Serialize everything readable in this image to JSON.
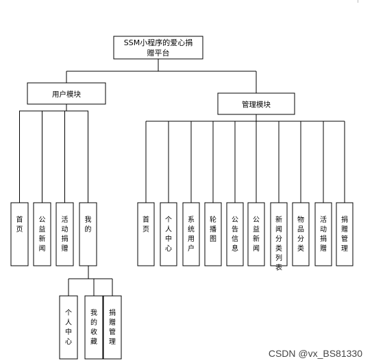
{
  "root": {
    "label_line1": "SSM小程序的爱心捐",
    "label_line2": "赠平台"
  },
  "modules": {
    "user": {
      "label": "用户模块",
      "children": [
        "首页",
        "公益新闻",
        "活动捐赠",
        "我的"
      ],
      "mine_children": [
        "个人中心",
        "我的收藏",
        "捐赠管理"
      ]
    },
    "admin": {
      "label": "管理模块",
      "children": [
        "首页",
        "个人中心",
        "系统用户",
        "轮播图",
        "公告信息",
        "公益新闻",
        "新闻分类列表",
        "物品分类",
        "活动捐赠",
        "捐赠管理"
      ]
    }
  },
  "watermark": "CSDN @vx_BS81330"
}
